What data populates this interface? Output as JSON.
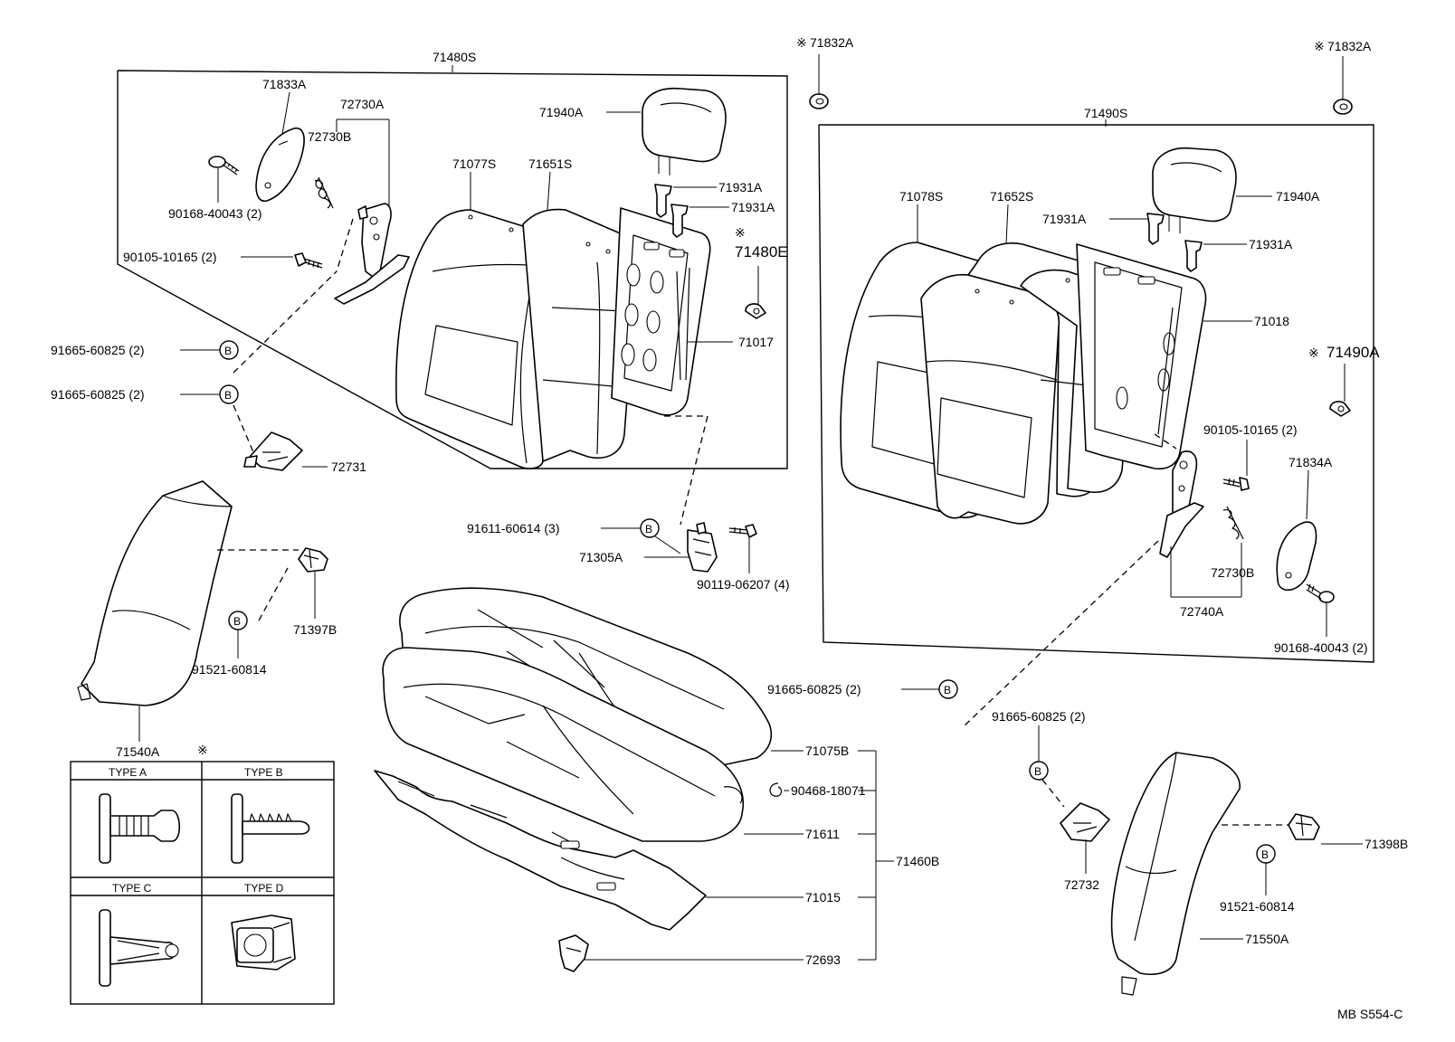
{
  "labels": {
    "seatback_rh_assy": "71480S",
    "seatback_lh_assy": "71490S",
    "clip_a_left": "71832A",
    "clip_a_right": "71832A",
    "hinge_cover_rh": "71833A",
    "hinge_cover_lh": "71834A",
    "lock_assy_rh": "72730A",
    "striker_spring_rh": "72730B",
    "screw_rh": "90168-40043 (2)",
    "bolt_rh": "90105-10165 (2)",
    "headrest_rh": "71940A",
    "headrest_lh": "71940A",
    "cover_rh": "71077S",
    "cover_lh": "71078S",
    "pad_rh": "71651S",
    "pad_lh": "71652S",
    "support_rh_1": "71931A",
    "support_rh_2": "71931A",
    "support_lh_1": "71931A",
    "support_lh_2": "71931A",
    "clip_e": "71480E",
    "frame_rh": "71017",
    "frame_lh": "71018",
    "clip_490a": "71490A",
    "bolt_b1": "91665-60825 (2)",
    "bolt_b2": "91665-60825 (2)",
    "bolt_b3": "91665-60825 (2)",
    "bolt_b4": "91665-60825 (2)",
    "bracket_rh": "72731",
    "bracket_lh": "72732",
    "side_rh": "71540A",
    "side_lh": "71550A",
    "side_bracket_rh": "71397B",
    "side_bracket_lh": "71398B",
    "bolt_side_rh": "91521-60814",
    "bolt_side_lh": "91521-60814",
    "bolt_611": "91611-60614 (3)",
    "hook_305": "71305A",
    "bolt_119": "90119-06207 (4)",
    "bolt_lh": "90105-10165 (2)",
    "lock_assy_lh": "72740A",
    "striker_spring_lh": "72730B",
    "screw_lh": "90168-40043 (2)",
    "cushion_cover": "71075B",
    "hog_ring": "90468-18071",
    "cushion_pad": "71611",
    "cushion_frame": "71015",
    "cushion_assy": "71460B",
    "hook_cushion": "72693",
    "note_mark": "※"
  },
  "type_table": {
    "type_a": "TYPE A",
    "type_b": "TYPE B",
    "type_c": "TYPE C",
    "type_d": "TYPE D"
  },
  "footer": {
    "code": "MB  S554-C"
  },
  "badge_letter": "B"
}
